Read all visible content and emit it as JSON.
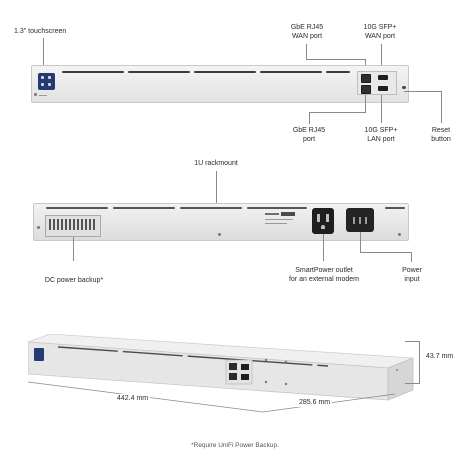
{
  "front_view": {
    "touchscreen_label": "1.3\" touchscreen",
    "gbe_wan_label_l1": "GbE RJ45",
    "gbe_wan_label_l2": "WAN port",
    "sfp_wan_label_l1": "10G SFP+",
    "sfp_wan_label_l2": "WAN port",
    "gbe_port_label_l1": "GbE RJ45",
    "gbe_port_label_l2": "port",
    "sfp_lan_label_l1": "10G SFP+",
    "sfp_lan_label_l2": "LAN port",
    "reset_label_l1": "Reset",
    "reset_label_l2": "button"
  },
  "rear_view": {
    "rackmount_label": "1U rackmount",
    "dc_backup_label": "DC power backup*",
    "smartpower_label_l1": "SmartPower outlet",
    "smartpower_label_l2": "for an external modem",
    "power_input_label_l1": "Power",
    "power_input_label_l2": "input"
  },
  "dimensions": {
    "height": "43.7 mm",
    "width": "442.4 mm",
    "depth": "285.6 mm"
  },
  "footnote": "*Require UniFi Power Backup.",
  "colors": {
    "screen": "#243a73",
    "chassis": "#e6e6e6",
    "ports": "#1e1e1e"
  }
}
